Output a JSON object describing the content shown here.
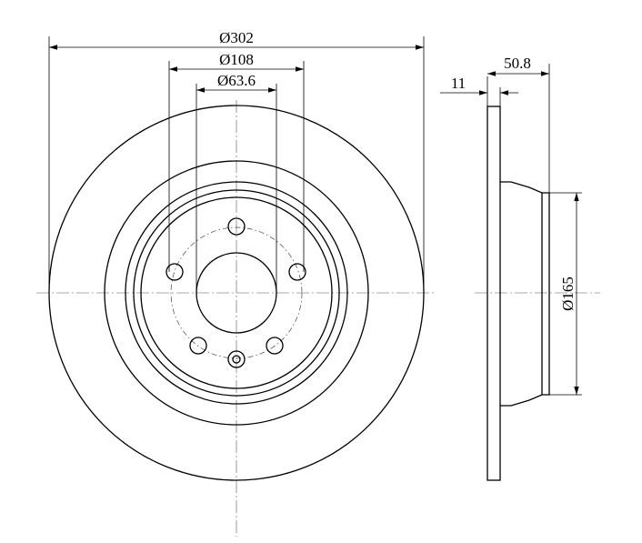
{
  "dimensions": {
    "outer_diameter": "Ø302",
    "bolt_circle_diameter": "Ø108",
    "center_bore_diameter": "Ø63.6",
    "disc_thickness": "11",
    "overall_height": "50.8",
    "hat_diameter": "Ø165"
  },
  "bolt_holes": 5
}
